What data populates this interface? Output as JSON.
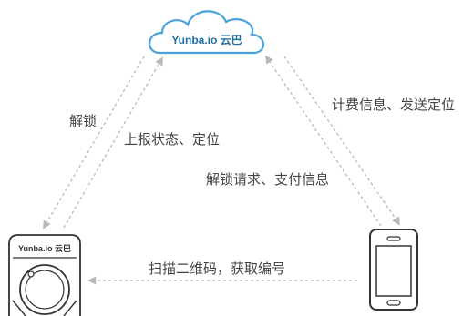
{
  "cloud": {
    "label": "Yunba.io 云巴"
  },
  "lock": {
    "label": "Yunba.io 云巴"
  },
  "edges": {
    "left_outer_label": "解锁",
    "left_inner_label": "上报状态、定位",
    "right_outer_label": "计费信息、发送定位",
    "right_inner_label": "解锁请求、支付信息",
    "bottom_label": "扫描二维码，获取编号"
  },
  "colors": {
    "cloud_stroke": "#4aa3d8",
    "cloud_text": "#1f6f9f",
    "arrow": "#b8b8b8",
    "label_text": "#444444",
    "device_stroke": "#333333"
  }
}
